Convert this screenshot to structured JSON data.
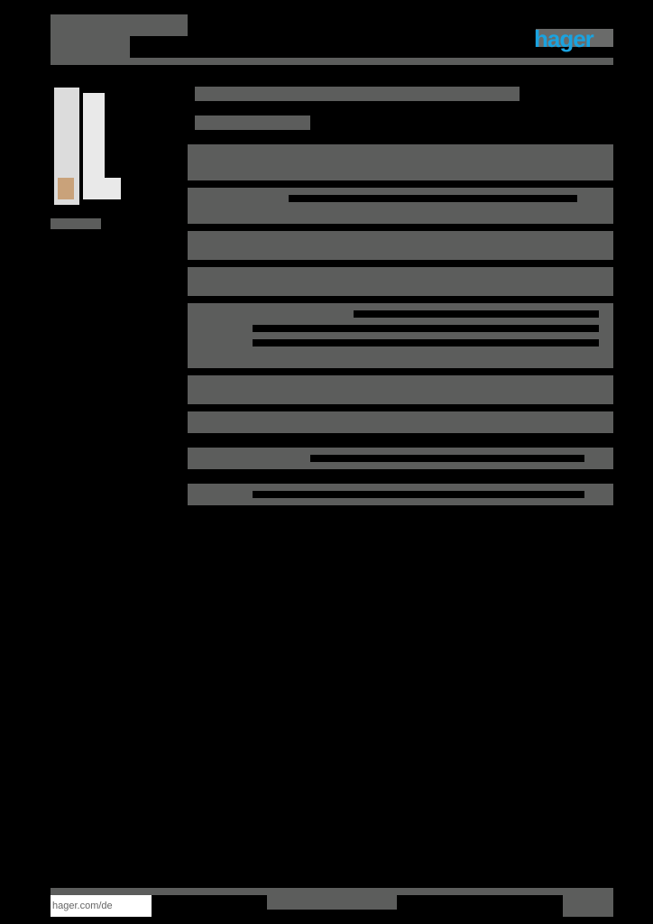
{
  "header": {
    "brand_logo": "hager",
    "brand_color": "#1aa3e0"
  },
  "product": {
    "image": "distribution-board-product-image"
  },
  "footer": {
    "url": "hager.com/de"
  },
  "colors": {
    "redaction_block": "#5c5d5c",
    "background": "#000000"
  }
}
